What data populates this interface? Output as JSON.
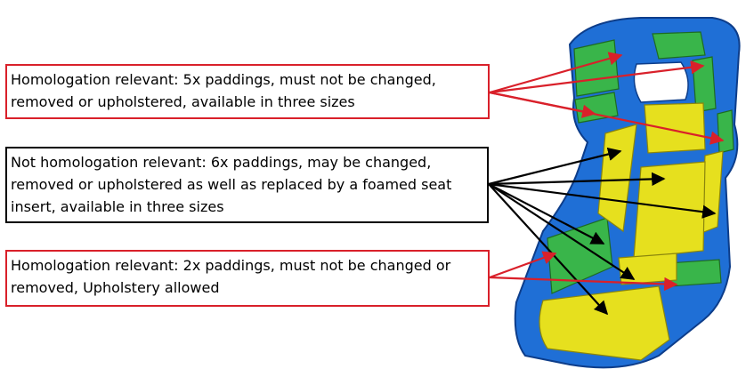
{
  "callouts": {
    "homologation_five": {
      "text": "Homologation relevant: 5x paddings, must not be changed,\nremoved or upholstered, available in three sizes",
      "color": "#d9202a"
    },
    "not_homologation_six": {
      "text": "Not homologation relevant: 6x paddings, may be changed,\nremoved or upholstered as well as replaced by a foamed seat\ninsert, available in three sizes",
      "color": "#000000"
    },
    "homologation_two": {
      "text": "Homologation relevant: 2x paddings, must not be changed or\nremoved, Upholstery allowed",
      "color": "#d9202a"
    }
  },
  "seat_colors": {
    "shell": "#1f6fd6",
    "homologation_padding": "#39b54a",
    "optional_padding": "#e6e01e"
  }
}
